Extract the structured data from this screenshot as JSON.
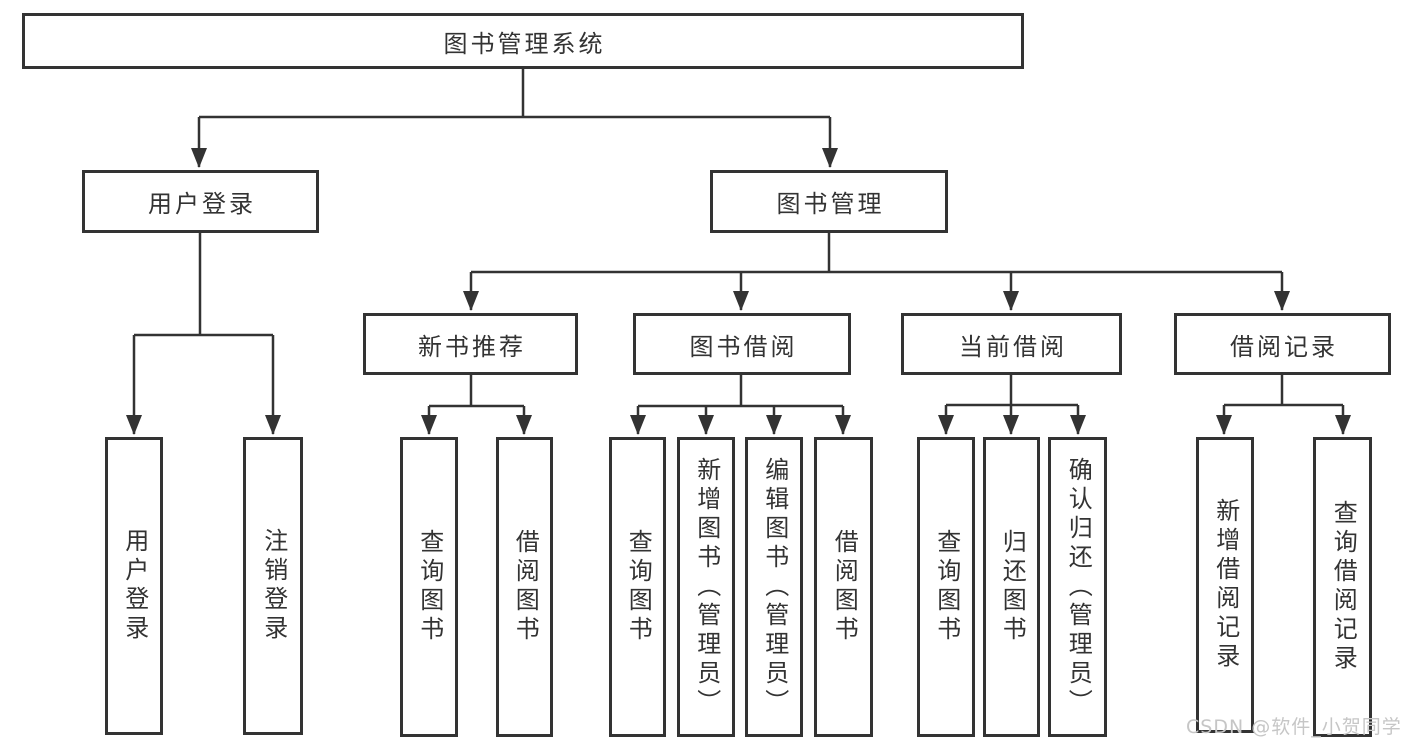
{
  "root": {
    "label": "图书管理系统"
  },
  "level2": [
    {
      "label": "用户登录"
    },
    {
      "label": "图书管理"
    }
  ],
  "level3": [
    {
      "label": "新书推荐"
    },
    {
      "label": "图书借阅"
    },
    {
      "label": "当前借阅"
    },
    {
      "label": "借阅记录"
    }
  ],
  "leaves": {
    "user_login": [
      "用户登录",
      "注销登录"
    ],
    "new_book_rec": [
      "查询图书",
      "借阅图书"
    ],
    "book_borrow": [
      "查询图书",
      "新增图书（管理员）",
      "编辑图书（管理员）",
      "借阅图书"
    ],
    "current_borrow": [
      "查询图书",
      "归还图书",
      "确认归还（管理员）"
    ],
    "borrow_records": [
      "新增借阅记录",
      "查询借阅记录"
    ]
  },
  "watermark": {
    "text": "CSDN @软件_小贺同学"
  },
  "colors": {
    "line": "#333333",
    "background": "#ffffff",
    "watermark": "#c6c6c6"
  }
}
